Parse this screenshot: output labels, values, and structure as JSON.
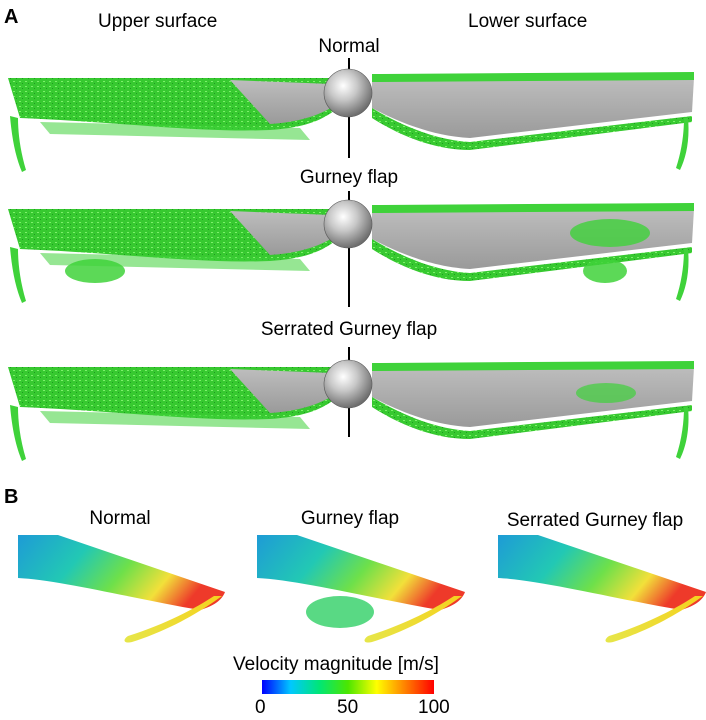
{
  "panel_a": {
    "letter": "A",
    "header_left": "Upper surface",
    "header_right": "Lower surface",
    "rows": [
      {
        "title": "Normal"
      },
      {
        "title": "Gurney flap"
      },
      {
        "title": "Serrated Gurney flap"
      }
    ]
  },
  "panel_b": {
    "letter": "B",
    "cases": [
      {
        "title": "Normal"
      },
      {
        "title": "Gurney flap"
      },
      {
        "title": "Serrated Gurney flap"
      }
    ]
  },
  "colorbar": {
    "label": "Velocity magnitude [m/s]",
    "ticks": [
      "0",
      "50",
      "100"
    ],
    "colors": [
      "#0000ff",
      "#00c8ff",
      "#00e676",
      "#4ce600",
      "#ffff00",
      "#ff8000",
      "#ff0000"
    ]
  },
  "colors": {
    "vortex_green": "#3fd23a",
    "blade_gray": "#a9a9a9",
    "hub_gray": "#b5b5b5"
  }
}
